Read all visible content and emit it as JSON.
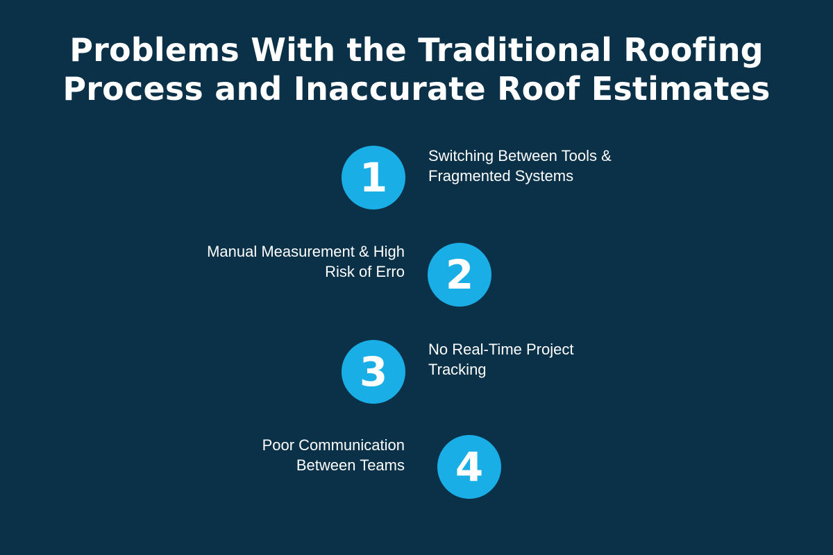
{
  "title": {
    "line1": "Problems With the Traditional Roofing",
    "line2": "Process and Inaccurate Roof Estimates"
  },
  "steps": [
    {
      "number": "1",
      "line1": "Switching Between Tools &",
      "line2": "Fragmented Systems"
    },
    {
      "number": "2",
      "line1": "Manual Measurement & High",
      "line2": "Risk of Erro"
    },
    {
      "number": "3",
      "line1": "No Real-Time Project",
      "line2": "Tracking"
    },
    {
      "number": "4",
      "line1": "Poor Communication",
      "line2": "Between Teams"
    }
  ],
  "colors": {
    "background": "#0a3147",
    "circle": "#1aaee6",
    "text": "#ffffff"
  }
}
